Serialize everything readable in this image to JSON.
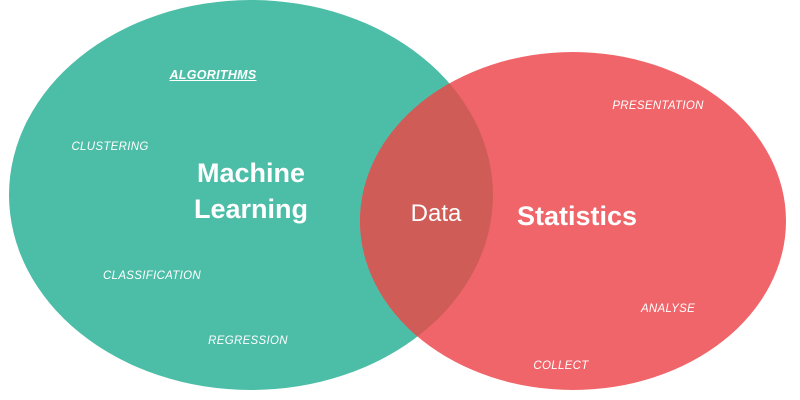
{
  "colors": {
    "left_circle": "#4cbda6",
    "right_circle": "#f0656a",
    "overlap": "#cf5c57",
    "text": "#ffffff"
  },
  "left": {
    "title_line1": "Machine",
    "title_line2": "Learning",
    "terms": {
      "algorithms": "ALGORITHMS",
      "clustering": "CLUSTERING",
      "classification": "CLASSIFICATION",
      "regression": "REGRESSION"
    }
  },
  "right": {
    "title": "Statistics",
    "terms": {
      "presentation": "PRESENTATION",
      "analyse": "ANALYSE",
      "collect": "COLLECT"
    }
  },
  "overlap": {
    "label": "Data"
  }
}
